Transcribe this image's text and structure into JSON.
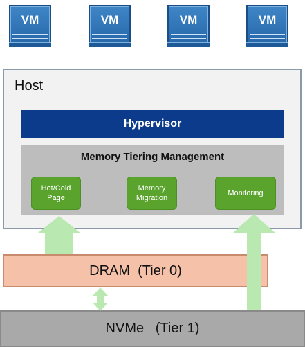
{
  "vms": [
    {
      "label": "VM"
    },
    {
      "label": "VM"
    },
    {
      "label": "VM"
    },
    {
      "label": "VM"
    }
  ],
  "host": {
    "title": "Host",
    "hypervisor": "Hypervisor",
    "memory_tiering": {
      "title": "Memory Tiering Management",
      "modules": [
        {
          "line1": "Hot/Cold",
          "line2": "Page"
        },
        {
          "line1": "Memory",
          "line2": "Migration"
        },
        {
          "line1": "Monitoring",
          "line2": ""
        }
      ]
    }
  },
  "tiers": {
    "dram": "DRAM  (Tier 0)",
    "nvme": "NVMe   (Tier 1)"
  },
  "colors": {
    "vm": "#2f76bc",
    "hypervisor": "#0c3b8c",
    "tiering_panel": "#bdbdbd",
    "module": "#5aa42e",
    "dram": "#f5c2a9",
    "nvme": "#a9a9a9",
    "arrow": "#b9e8b1"
  }
}
